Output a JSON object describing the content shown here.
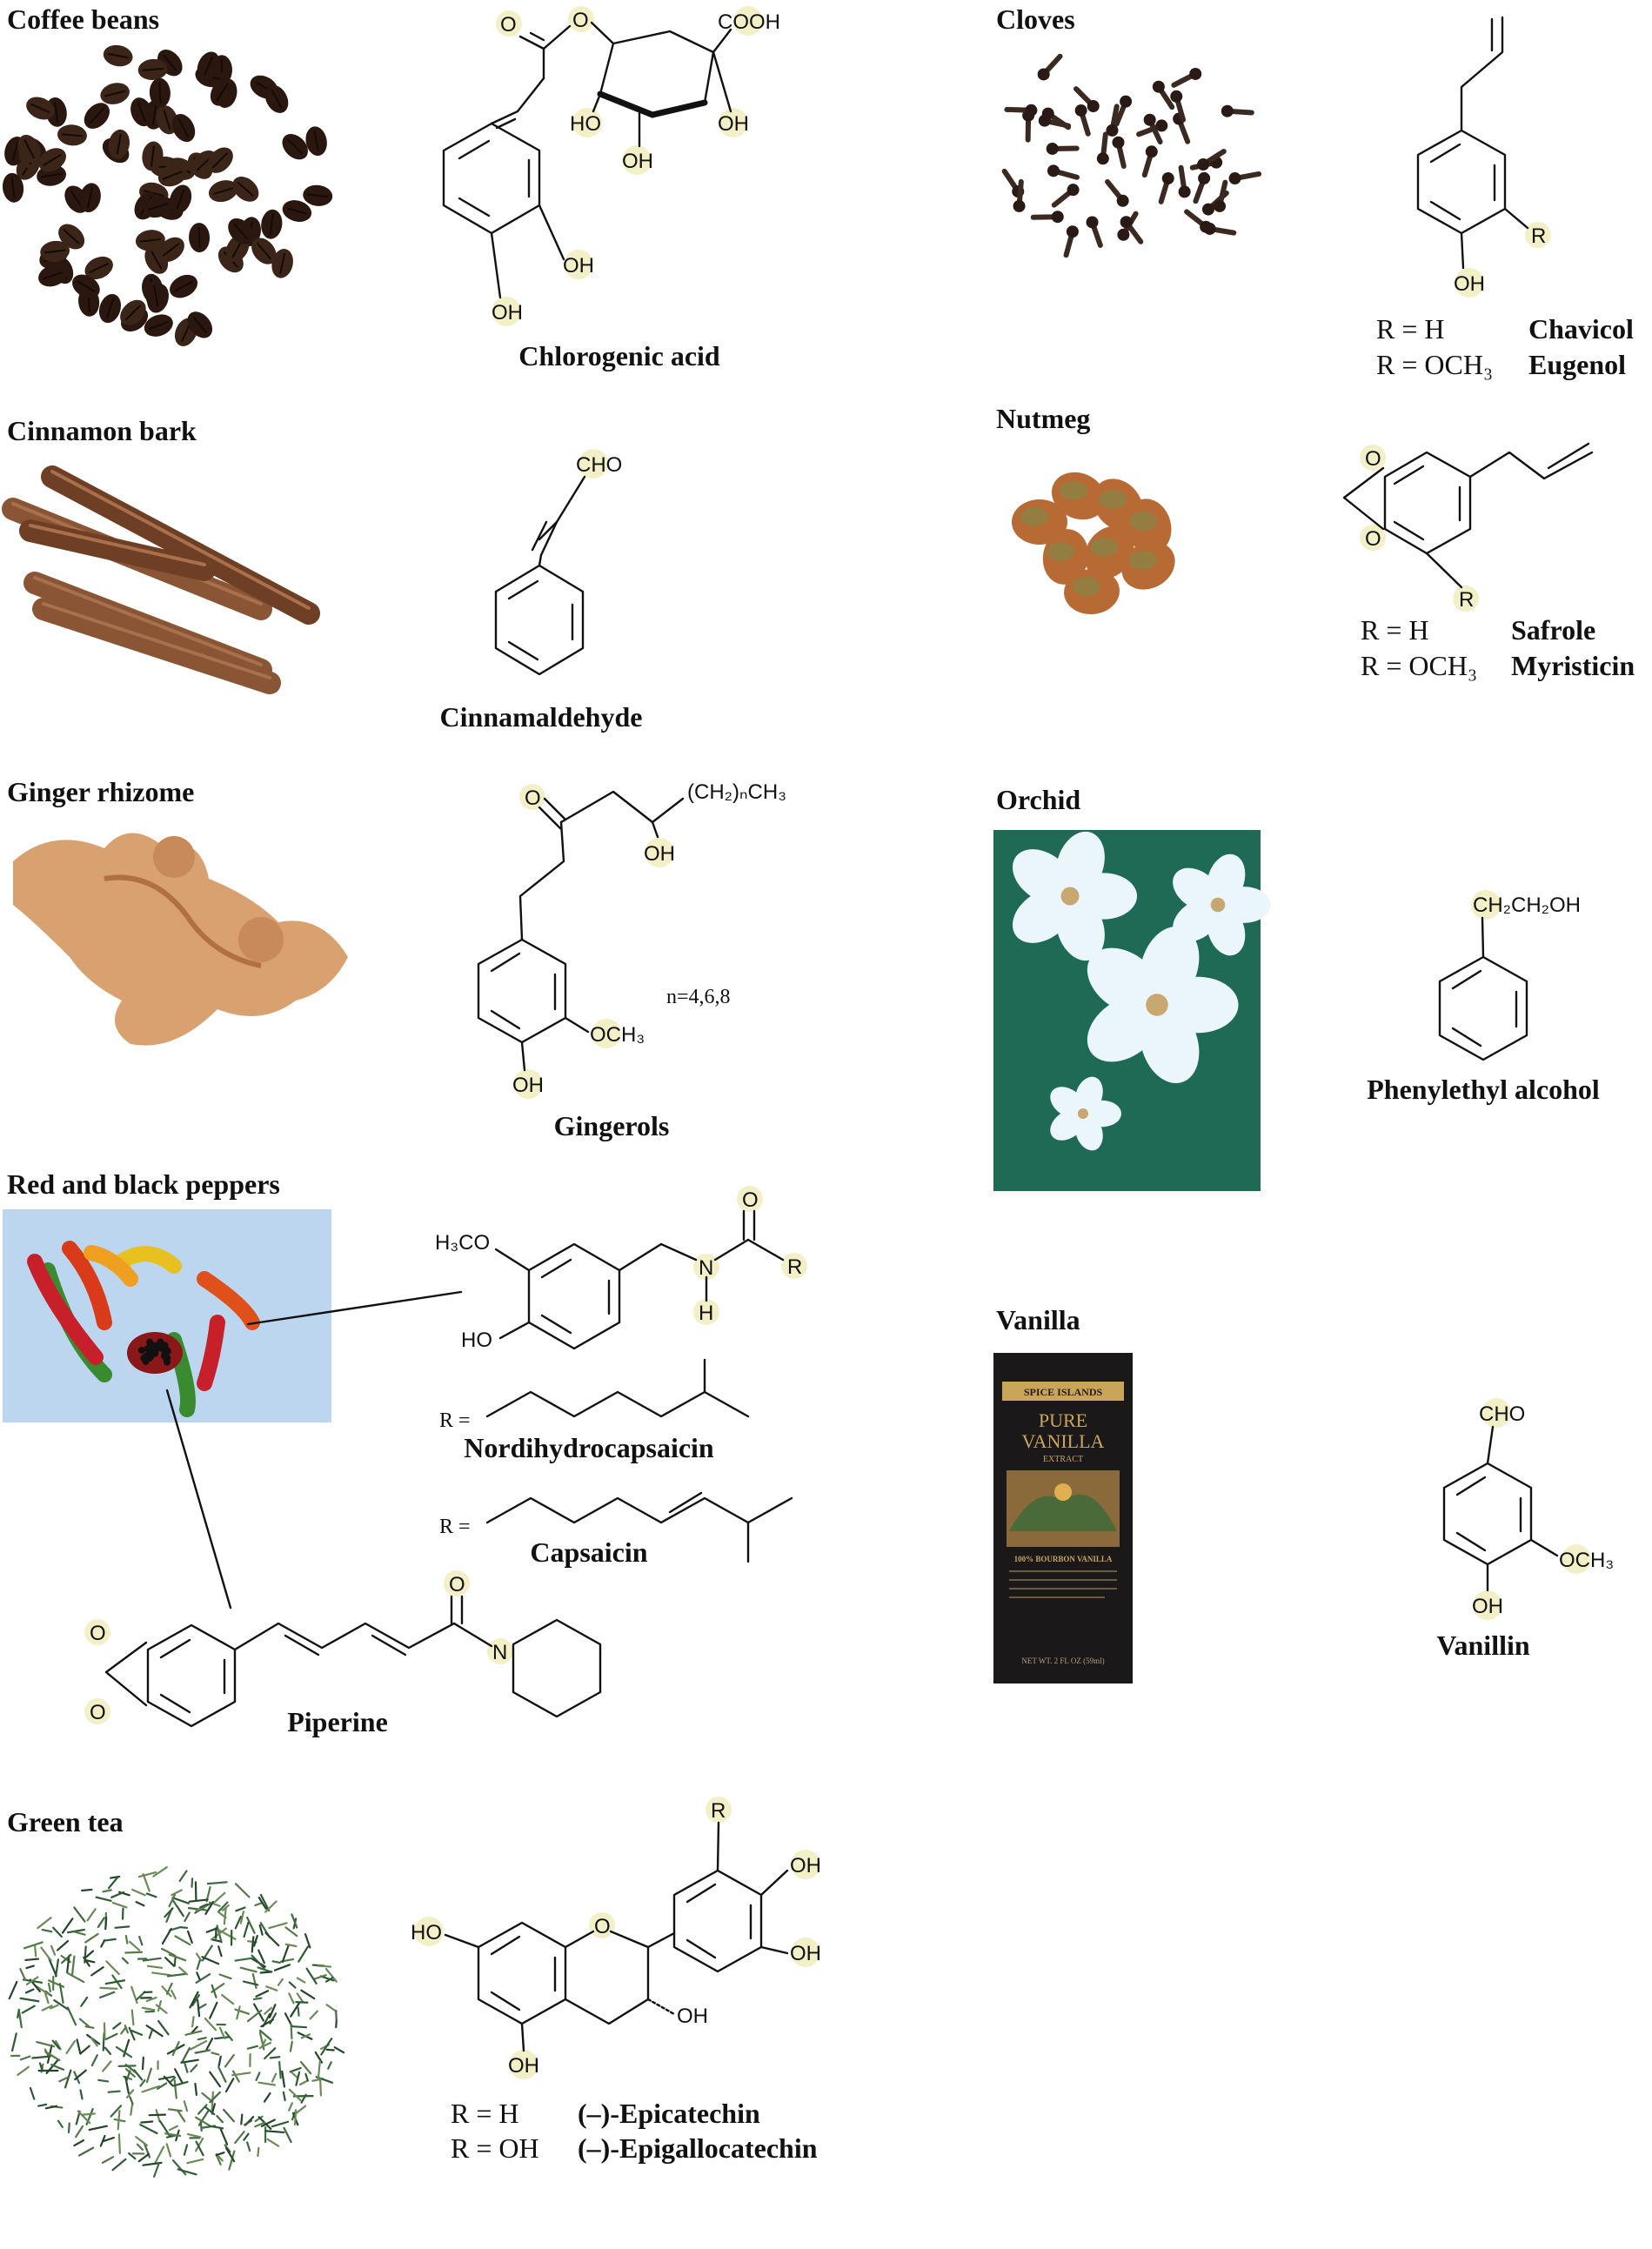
{
  "colors": {
    "atom_highlight": "#f3f0c8",
    "ink": "#111111",
    "coffee": "#3b2418",
    "cinnamon": "#8a5535",
    "ginger": "#d9a070",
    "nutmeg": "#b86a35",
    "clove": "#3a2a22",
    "pepper_background": "#bcd6f0",
    "orchid_background": "#1f6a55",
    "vanilla_box": "#1a1818",
    "green_tea": "#3f6a40"
  },
  "panels": {
    "coffee": {
      "title": "Coffee beans",
      "name": "Chlorogenic acid",
      "atoms": {
        "o_carbonyl": "O",
        "o_ester": "O",
        "cooh": "COOH",
        "ho": "HO",
        "oh1": "OH",
        "oh2": "OH",
        "oh3": "OH",
        "oh4": "OH"
      }
    },
    "cloves": {
      "title": "Cloves",
      "atoms": {
        "r": "R",
        "oh": "OH"
      },
      "r_lines": [
        {
          "r": "R = H",
          "name": "Chavicol"
        },
        {
          "r": "R = OCH₃",
          "name": "Eugenol"
        }
      ]
    },
    "cinnamon": {
      "title": "Cinnamon bark",
      "name": "Cinnamaldehyde",
      "atoms": {
        "cho": "CHO"
      }
    },
    "nutmeg": {
      "title": "Nutmeg",
      "atoms": {
        "o1": "O",
        "o2": "O",
        "r": "R"
      },
      "r_lines": [
        {
          "r": "R = H",
          "name": "Safrole"
        },
        {
          "r": "R = OCH₃",
          "name": "Myristicin"
        }
      ]
    },
    "ginger": {
      "title": "Ginger rhizome",
      "name": "Gingerols",
      "atoms": {
        "o": "O",
        "chain": "(CH₂)ₙCH₃",
        "oh": "OH",
        "och3": "OCH₃",
        "oh_ring": "OH"
      },
      "n_note": "n=4,6,8"
    },
    "orchid": {
      "title": "Orchid",
      "name": "Phenylethyl alcohol",
      "atoms": {
        "chain": "CH₂CH₂OH"
      }
    },
    "peppers": {
      "title": "Red and black peppers",
      "atoms": {
        "h3co": "H₃CO",
        "ho": "HO",
        "n": "N",
        "h": "H",
        "o": "O",
        "r": "R"
      },
      "r_prefix_1": "R =",
      "name_1": "Nordihydrocapsaicin",
      "r_prefix_2": "R =",
      "name_2": "Capsaicin"
    },
    "piperine": {
      "name": "Piperine",
      "atoms": {
        "o1": "O",
        "o2": "O",
        "o_carbonyl": "O",
        "n": "N"
      }
    },
    "vanilla": {
      "title": "Vanilla",
      "name": "Vanillin",
      "atoms": {
        "cho": "CHO",
        "och3": "OCH₃",
        "oh": "OH"
      },
      "label": {
        "brand": "SPICE ISLANDS",
        "line1": "PURE",
        "line2": "VANILLA",
        "line3": "EXTRACT",
        "sub": "100% BOURBON VANILLA",
        "net": "NET WT. 2 FL OZ (59ml)"
      }
    },
    "greentea": {
      "title": "Green tea",
      "atoms": {
        "r": "R",
        "oh1": "OH",
        "oh2": "OH",
        "ho": "HO",
        "o": "O",
        "oh3": "OH",
        "oh4": "OH"
      },
      "r_lines": [
        {
          "r": "R = H",
          "name": "(–)-Epicatechin"
        },
        {
          "r": "R = OH",
          "name": "(–)-Epigallocatechin"
        }
      ]
    }
  }
}
